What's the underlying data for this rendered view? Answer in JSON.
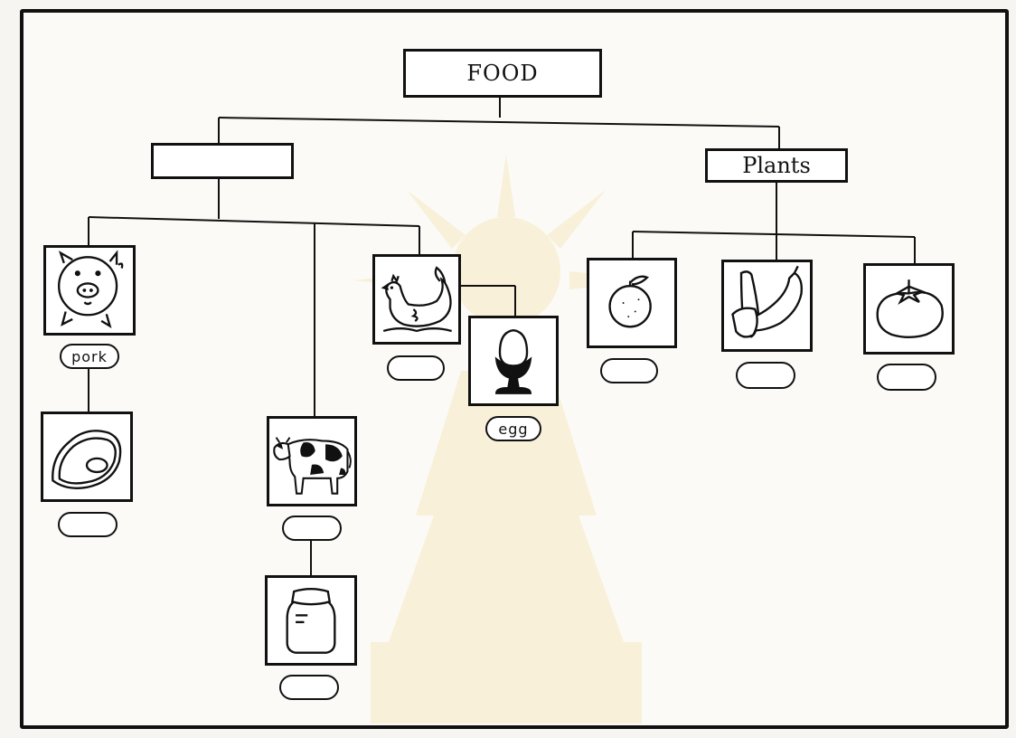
{
  "root": {
    "label": "FOOD"
  },
  "categories": [
    {
      "label": ""
    },
    {
      "label": "Plants"
    }
  ],
  "animal_items": [
    {
      "icon": "pig-icon",
      "label": "pork"
    },
    {
      "icon": "steak-icon",
      "label": ""
    },
    {
      "icon": "hen-icon",
      "label": ""
    },
    {
      "icon": "egg-icon",
      "label": "egg"
    },
    {
      "icon": "cow-icon",
      "label": ""
    },
    {
      "icon": "jar-icon",
      "label": ""
    }
  ],
  "plant_items": [
    {
      "icon": "orange-icon",
      "label": ""
    },
    {
      "icon": "vegetables-icon",
      "label": ""
    },
    {
      "icon": "tomato-icon",
      "label": ""
    }
  ],
  "colors": {
    "ink": "#111111",
    "paper": "#fbfaf7",
    "watermark": "#f3dfa0"
  }
}
